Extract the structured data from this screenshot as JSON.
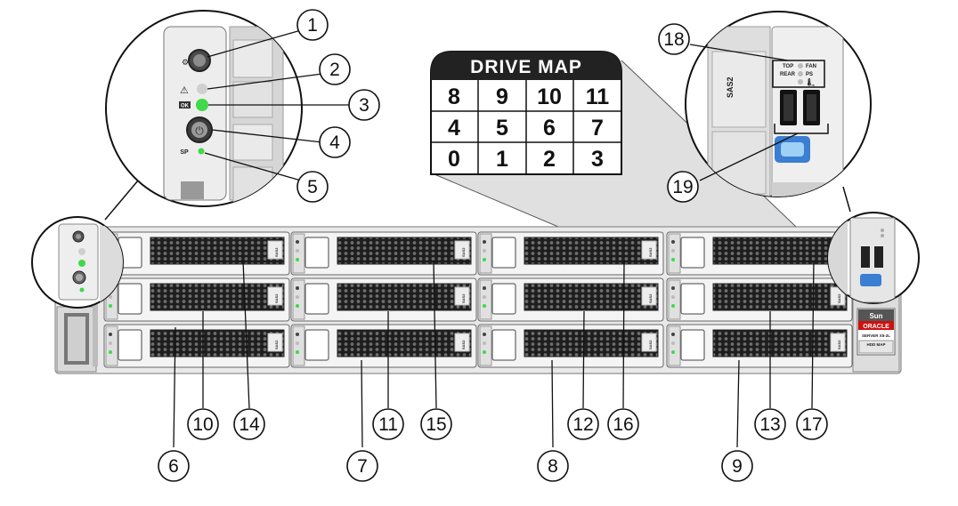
{
  "drive_map": {
    "title": "DRIVE MAP",
    "rows": [
      [
        "8",
        "9",
        "10",
        "11"
      ],
      [
        "4",
        "5",
        "6",
        "7"
      ],
      [
        "0",
        "1",
        "2",
        "3"
      ]
    ]
  },
  "callouts": [
    "1",
    "2",
    "3",
    "4",
    "5",
    "6",
    "7",
    "8",
    "9",
    "10",
    "11",
    "12",
    "13",
    "14",
    "15",
    "16",
    "17",
    "18",
    "19"
  ],
  "status_labels": {
    "ok": "OK",
    "sp": "SP",
    "top": "TOP",
    "fan": "FAN",
    "rear": "REAR",
    "ps": "PS"
  },
  "drive_tray_label": "SAS2",
  "badge": {
    "brand": "Sun",
    "vendor": "ORACLE",
    "model": "SERVER X5-2L",
    "hdd_map": "HDD MAP"
  },
  "colors": {
    "ok_led": "#3fd94a",
    "drive_map_header": "#222222",
    "oracle_red": "#cc1111"
  }
}
